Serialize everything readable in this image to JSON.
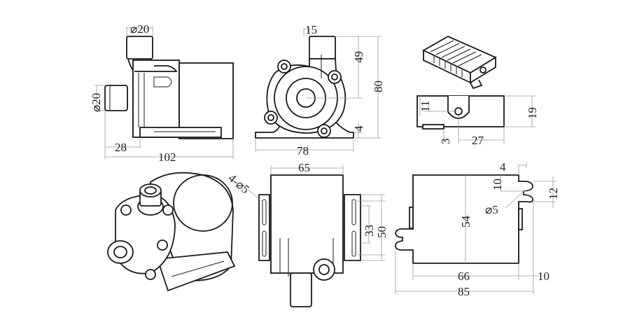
{
  "dimensions": {
    "side_view": {
      "outlet_dia": "⌀20",
      "inlet_dia": "⌀20",
      "inlet_offset": "28",
      "total_length": "102"
    },
    "front_view": {
      "outlet_width": "15",
      "outlet_height": "49",
      "total_height": "80",
      "base_thickness": "4",
      "base_width": "78"
    },
    "controller_side": {
      "hole_height": "11",
      "height": "19",
      "tab": "3",
      "hole_offset": "27"
    },
    "top_view": {
      "width": "65",
      "holes": "4-⌀5",
      "hole_spacing": "33",
      "flange_length": "50"
    },
    "base_plate": {
      "slot_depth": "4",
      "slot_offset": "10",
      "slot_width": "12",
      "hole_dia": "⌀5",
      "height": "54",
      "width": "66",
      "tab": "10",
      "total_width": "85"
    }
  }
}
